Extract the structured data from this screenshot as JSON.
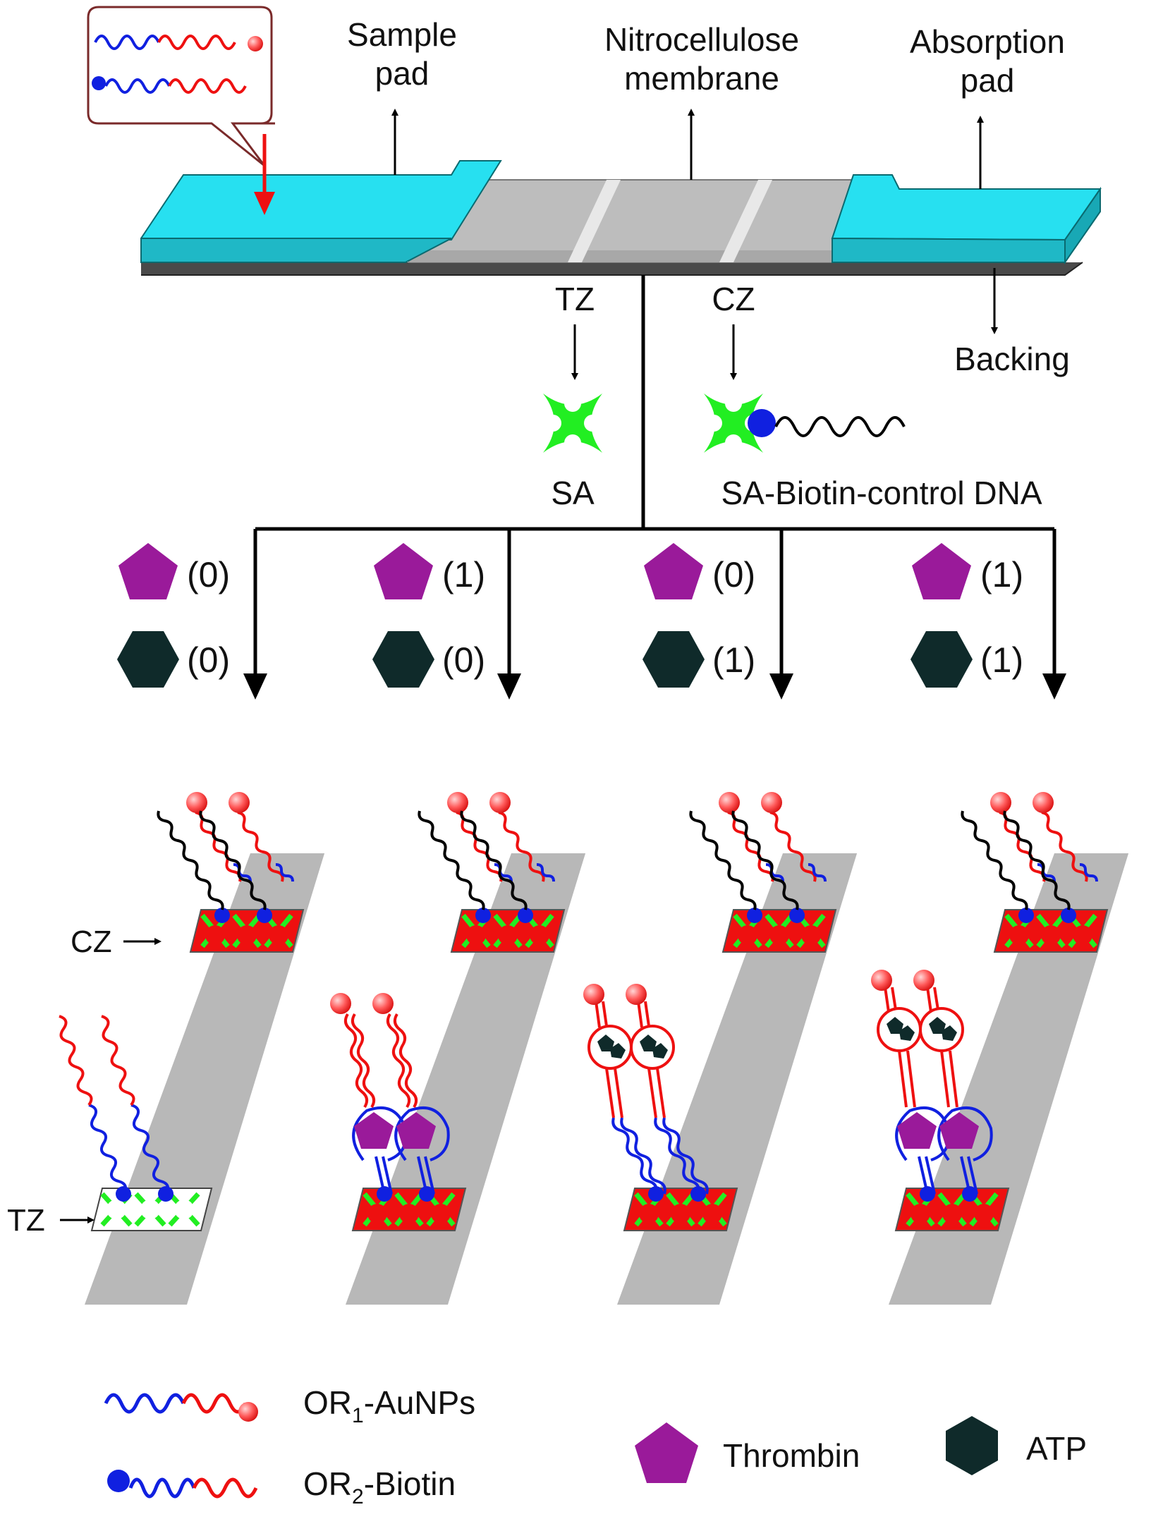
{
  "strip": {
    "sample_pad_label_line1": "Sample",
    "sample_pad_label_line2": "pad",
    "membrane_label_line1": "Nitrocellulose",
    "membrane_label_line2": "membrane",
    "absorption_pad_label_line1": "Absorption",
    "absorption_pad_label_line2": "pad",
    "backing_label": "Backing",
    "tz_label": "TZ",
    "cz_label": "CZ"
  },
  "zones": {
    "sa_label": "SA",
    "sa_biotin_label": "SA-Biotin-control DNA"
  },
  "inputs": [
    {
      "thrombin": "(0)",
      "atp": "(0)"
    },
    {
      "thrombin": "(1)",
      "atp": "(0)"
    },
    {
      "thrombin": "(0)",
      "atp": "(1)"
    },
    {
      "thrombin": "(1)",
      "atp": "(1)"
    }
  ],
  "panel_labels": {
    "cz": "CZ",
    "tz": "TZ"
  },
  "legend": {
    "or1_main": "OR",
    "or1_sub": "1",
    "or1_rest": "-AuNPs",
    "or2_main": "OR",
    "or2_sub": "2",
    "or2_rest": "-Biotin",
    "thrombin": "Thrombin",
    "atp": "ATP"
  },
  "colors": {
    "sample_pad": "#27e0f0",
    "membrane": "#bdbdbd",
    "strand_blue": "#1020e0",
    "strand_red": "#ee1010",
    "streptavidin": "#22ee22",
    "thrombin": "#9a1a9a",
    "atp": "#0f2a2a",
    "panel": "#b8b8b8"
  }
}
